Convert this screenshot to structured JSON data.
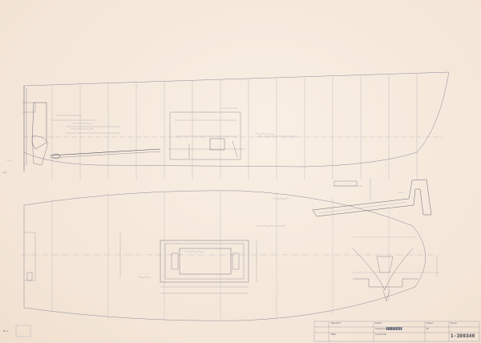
{
  "drawing": {
    "number": "1-399340",
    "colors": {
      "paper": "#f6ece2",
      "line": "#8a8a9a",
      "dark_line": "#4a4a58"
    }
  },
  "title_block": {
    "row1": [
      "Bauwerft",
      "Bearb.",
      "Datum",
      "Name"
    ],
    "row2": [
      "Sitzgruppe / Plicht",
      "Ausschnitt",
      "Bl."
    ],
    "row3": [
      "Blatt"
    ]
  },
  "left_margin": {
    "lower_note": "Bl. 1",
    "small_mark": "1,1"
  }
}
